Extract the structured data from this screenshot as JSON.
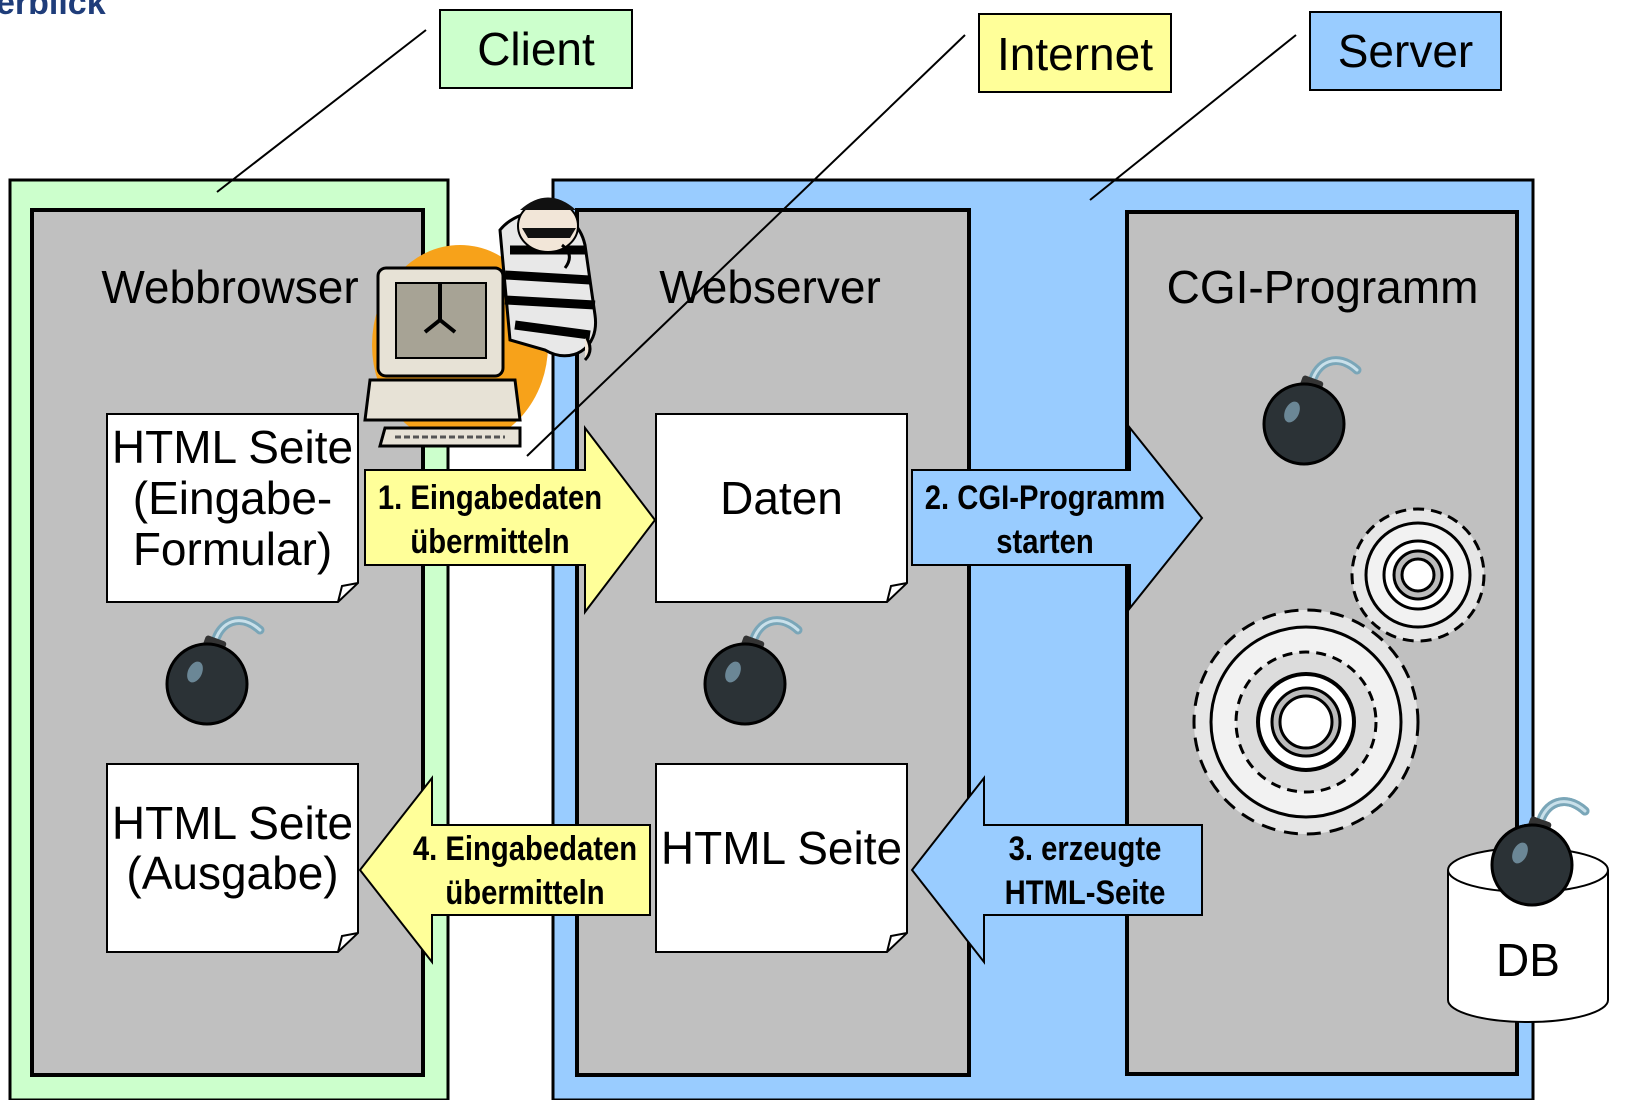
{
  "slide_title": "erblick",
  "zones": {
    "client": {
      "label": "Client",
      "color": "#ccffcc"
    },
    "internet": {
      "label": "Internet",
      "color": "#ffff99"
    },
    "server": {
      "label": "Server",
      "color": "#99ccff"
    }
  },
  "components": {
    "webbrowser": "Webbrowser",
    "webserver": "Webserver",
    "cgi": "CGI-Programm",
    "db": "DB"
  },
  "documents": {
    "input_page": [
      "HTML Seite",
      "(Eingabe-",
      "Formular)"
    ],
    "output_page": [
      "HTML Seite",
      "(Ausgabe)"
    ],
    "data": "Daten",
    "server_page": "HTML Seite"
  },
  "arrows": {
    "step1": [
      "1. Eingabedaten",
      "übermitteln"
    ],
    "step2": [
      "2. CGI-Programm",
      "starten"
    ],
    "step3": [
      "3. erzeugte",
      "HTML-Seite"
    ],
    "step4": [
      "4. Eingabedaten",
      "übermitteln"
    ]
  },
  "icons": [
    "hacker-computer-icon",
    "bomb-icon",
    "gears-icon",
    "database-icon"
  ]
}
